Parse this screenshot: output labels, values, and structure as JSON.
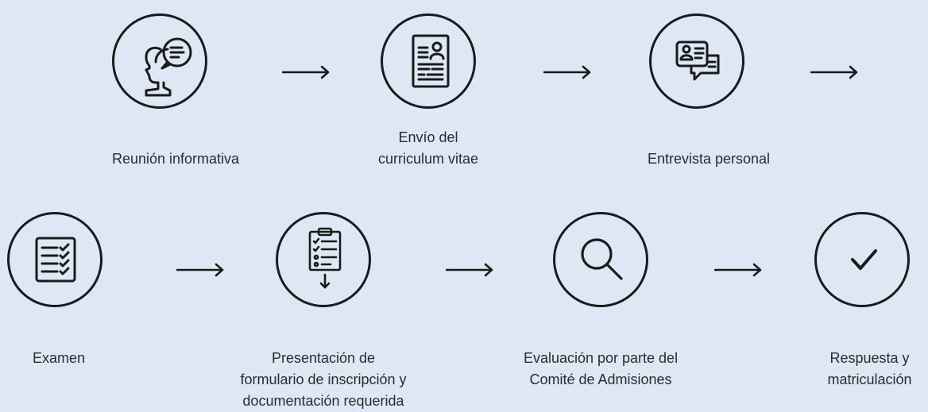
{
  "steps": [
    {
      "id": "reunion",
      "icon": "speech-person-icon",
      "label_lines": [
        "Reunión informativa"
      ]
    },
    {
      "id": "envio",
      "icon": "resume-document-icon",
      "label_lines": [
        "Envío del",
        "curriculum vitae"
      ]
    },
    {
      "id": "entrevista",
      "icon": "id-card-chat-icon",
      "label_lines": [
        "Entrevista personal"
      ]
    },
    {
      "id": "examen",
      "icon": "checklist-icon",
      "label_lines": [
        "Examen"
      ]
    },
    {
      "id": "presentacion",
      "icon": "clipboard-download-icon",
      "label_lines": [
        "Presentación de",
        "formulario de inscripción y",
        "documentación requerida"
      ]
    },
    {
      "id": "evaluacion",
      "icon": "magnifier-icon",
      "label_lines": [
        "Evaluación por parte del",
        "Comité de Admisiones"
      ]
    },
    {
      "id": "respuesta",
      "icon": "checkmark-icon",
      "label_lines": [
        "Respuesta y",
        "matriculación"
      ]
    }
  ],
  "colors": {
    "background": "#dde8f4",
    "stroke": "#1a1a1a",
    "text": "#2b2b2b"
  }
}
